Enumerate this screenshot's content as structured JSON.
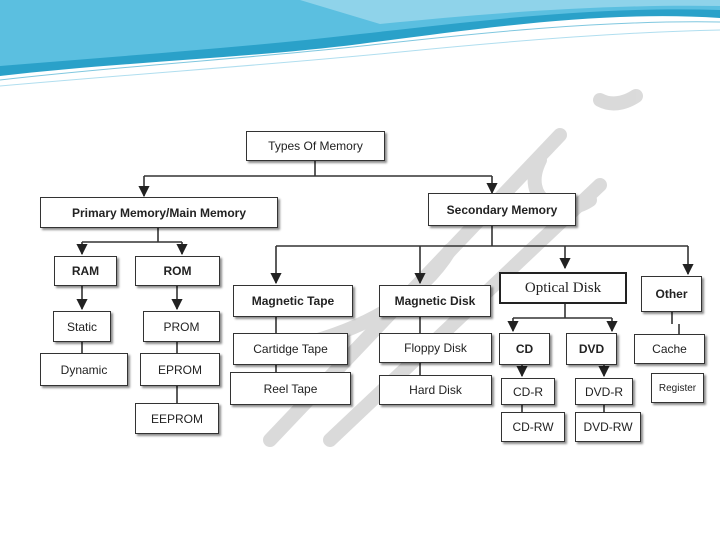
{
  "theme": {
    "wave_dark": "#2aa1c9",
    "wave_light": "#8fd3ea",
    "line_color": "#333333",
    "watermark_color": "#d7d7d7"
  },
  "diagram": {
    "root": "Types Of Memory",
    "primary": "Primary Memory/Main Memory",
    "secondary": "Secondary Memory",
    "ram": "RAM",
    "rom": "ROM",
    "static": "Static",
    "dynamic": "Dynamic",
    "prom": "PROM",
    "eprom": "EPROM",
    "eeprom": "EEPROM",
    "magnetic_tape": "Magnetic Tape",
    "magnetic_disk": "Magnetic Disk",
    "optical_disk": "Optical Disk",
    "other": "Other",
    "cartridge_tape": "Cartidge Tape",
    "reel_tape": "Reel Tape",
    "floppy_disk": "Floppy Disk",
    "hard_disk": "Hard Disk",
    "cd": "CD",
    "dvd": "DVD",
    "cd_r": "CD-R",
    "cd_rw": "CD-RW",
    "dvd_r": "DVD-R",
    "dvd_rw": "DVD-RW",
    "cache": "Cache",
    "register": "Register"
  }
}
